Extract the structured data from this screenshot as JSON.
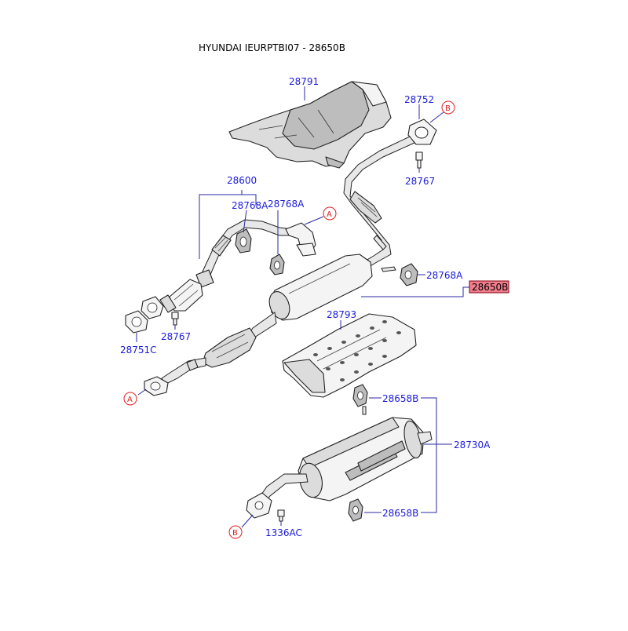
{
  "title": "HYUNDAI IEURPTBI07 - 28650B",
  "labels": {
    "p28791": "28791",
    "p28752": "28752",
    "p28767_top": "28767",
    "p28600": "28600",
    "p28768A_1": "28768A",
    "p28768A_2": "28768A",
    "p28768A_3": "28768A",
    "p28650B": "28650B",
    "p28793": "28793",
    "p28751C": "28751C",
    "p28767_left": "28767",
    "p28658B_top": "28658B",
    "p28730A": "28730A",
    "p28658B_bottom": "28658B",
    "p1336AC": "1336AC"
  },
  "refs": {
    "a_top": "A",
    "a_bottom": "A",
    "b_top": "B",
    "b_bottom": "B"
  },
  "colors": {
    "label_blue": "#1a1adc",
    "ref_red": "#e02020",
    "highlight_fill": "#f07c8c"
  }
}
